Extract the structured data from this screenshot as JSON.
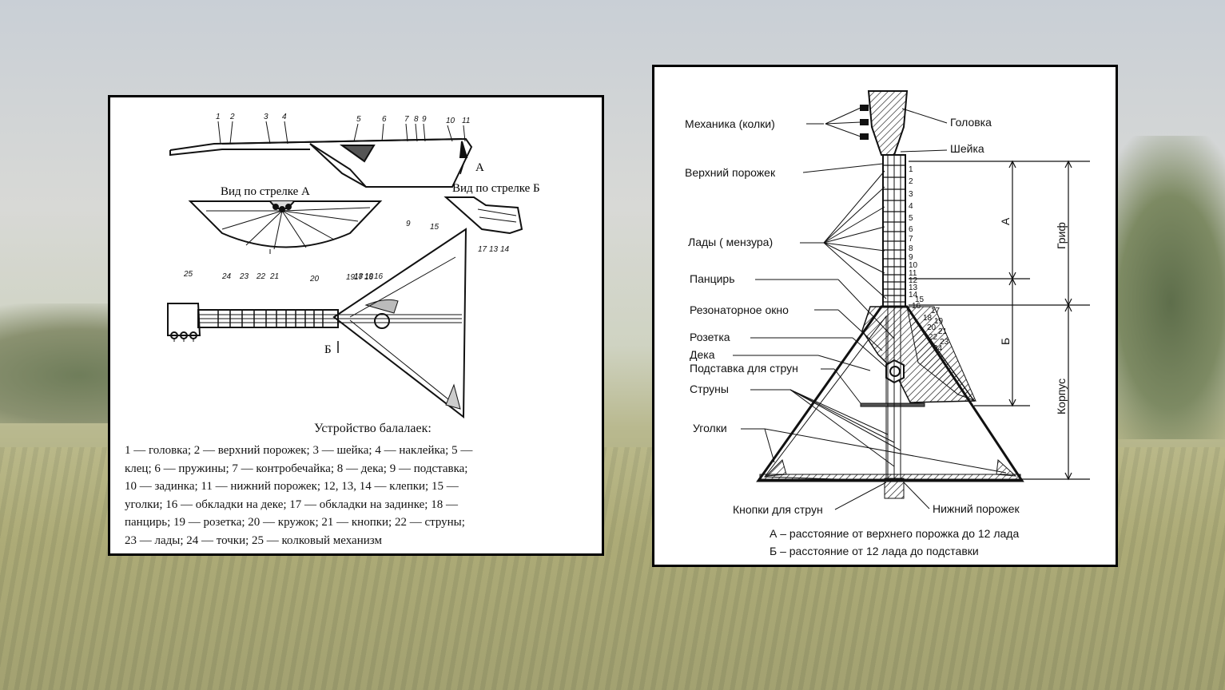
{
  "left": {
    "top_numbers": [
      "1",
      "2",
      "3",
      "4",
      "5",
      "6",
      "7",
      "8",
      "9",
      "10",
      "11"
    ],
    "arrow_a": "А",
    "view_a": "Вид по стрелке  А",
    "view_b": "Вид по стрелке  Б",
    "mid_numbers": [
      "20",
      "19",
      "17",
      "16"
    ],
    "mid_numbers_b": [
      "17",
      "13",
      "14"
    ],
    "body_numbers": [
      "25",
      "24",
      "23",
      "22",
      "21",
      "18",
      "19",
      "16",
      "9",
      "15"
    ],
    "arrow_b": "Б",
    "legend_title": "Устройство балалаек:",
    "legend_lines": [
      "1 — головка; 2 — верхний порожек; 3 — шейка; 4 — наклейка; 5 —",
      "клец; 6 — пружины; 7 — контробечайка; 8 — дека; 9 — подставка;",
      "10 — задинка; 11 — нижний порожек; 12, 13, 14 — клепки; 15 —",
      "уголки; 16 — обкладки на деке; 17 — обкладки на задинке; 18 —",
      "панцирь; 19 — розетка; 20 — кружок; 21 — кнопки; 22 — струны;",
      "23 — лады; 24 — точки; 25 — колковый механизм"
    ]
  },
  "right": {
    "labels_left": {
      "mechanics": "Механика (колки)",
      "top_nut": "Верхний порожек",
      "frets": "Лады ( мензура)",
      "pancir": "Панцирь",
      "resonator": "Резонаторное окно",
      "rozetka": "Розетка",
      "deka": "Дека",
      "bridge": "Подставка для струн",
      "strings": "Струны",
      "corners": "Уголки",
      "buttons": "Кнопки для струн"
    },
    "labels_right": {
      "head": "Головка",
      "neck": "Шейка",
      "bottom_nut": "Нижний порожек"
    },
    "fret_numbers": [
      "1",
      "2",
      "3",
      "4",
      "5",
      "6",
      "7",
      "8",
      "9",
      "10",
      "11",
      "12",
      "13",
      "14",
      "15",
      "16",
      "17",
      "18",
      "19",
      "20",
      "21",
      "22",
      "23",
      "24"
    ],
    "dim_a": "А",
    "dim_b": "Б",
    "dim_grif": "Гриф",
    "dim_korpus": "Корпус",
    "note_a": "А – расстояние от верхнего порожка до 12 лада",
    "note_b": "Б – расстояние от 12 лада до подставки"
  }
}
